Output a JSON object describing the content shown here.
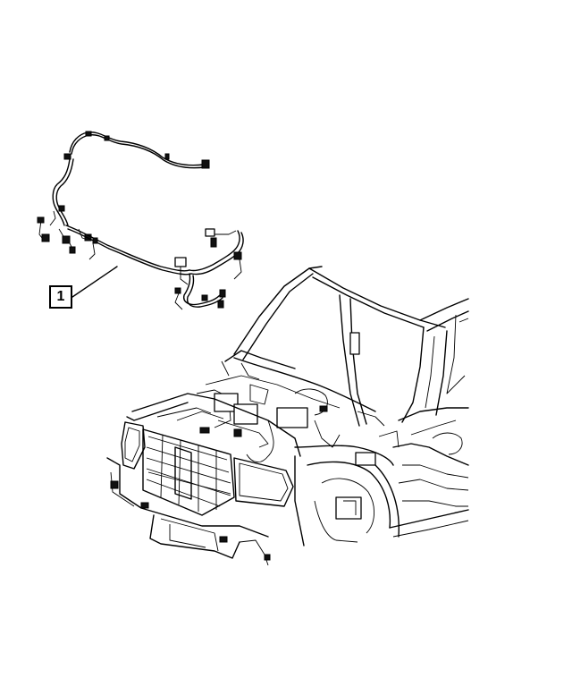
{
  "callouts": [
    {
      "label": "1",
      "part": "wiring-harness"
    }
  ],
  "icons": [
    "wiring-harness-illustration",
    "vehicle-front-illustration",
    "leader-line"
  ],
  "colors": {
    "line": "#000000",
    "background": "#ffffff"
  }
}
